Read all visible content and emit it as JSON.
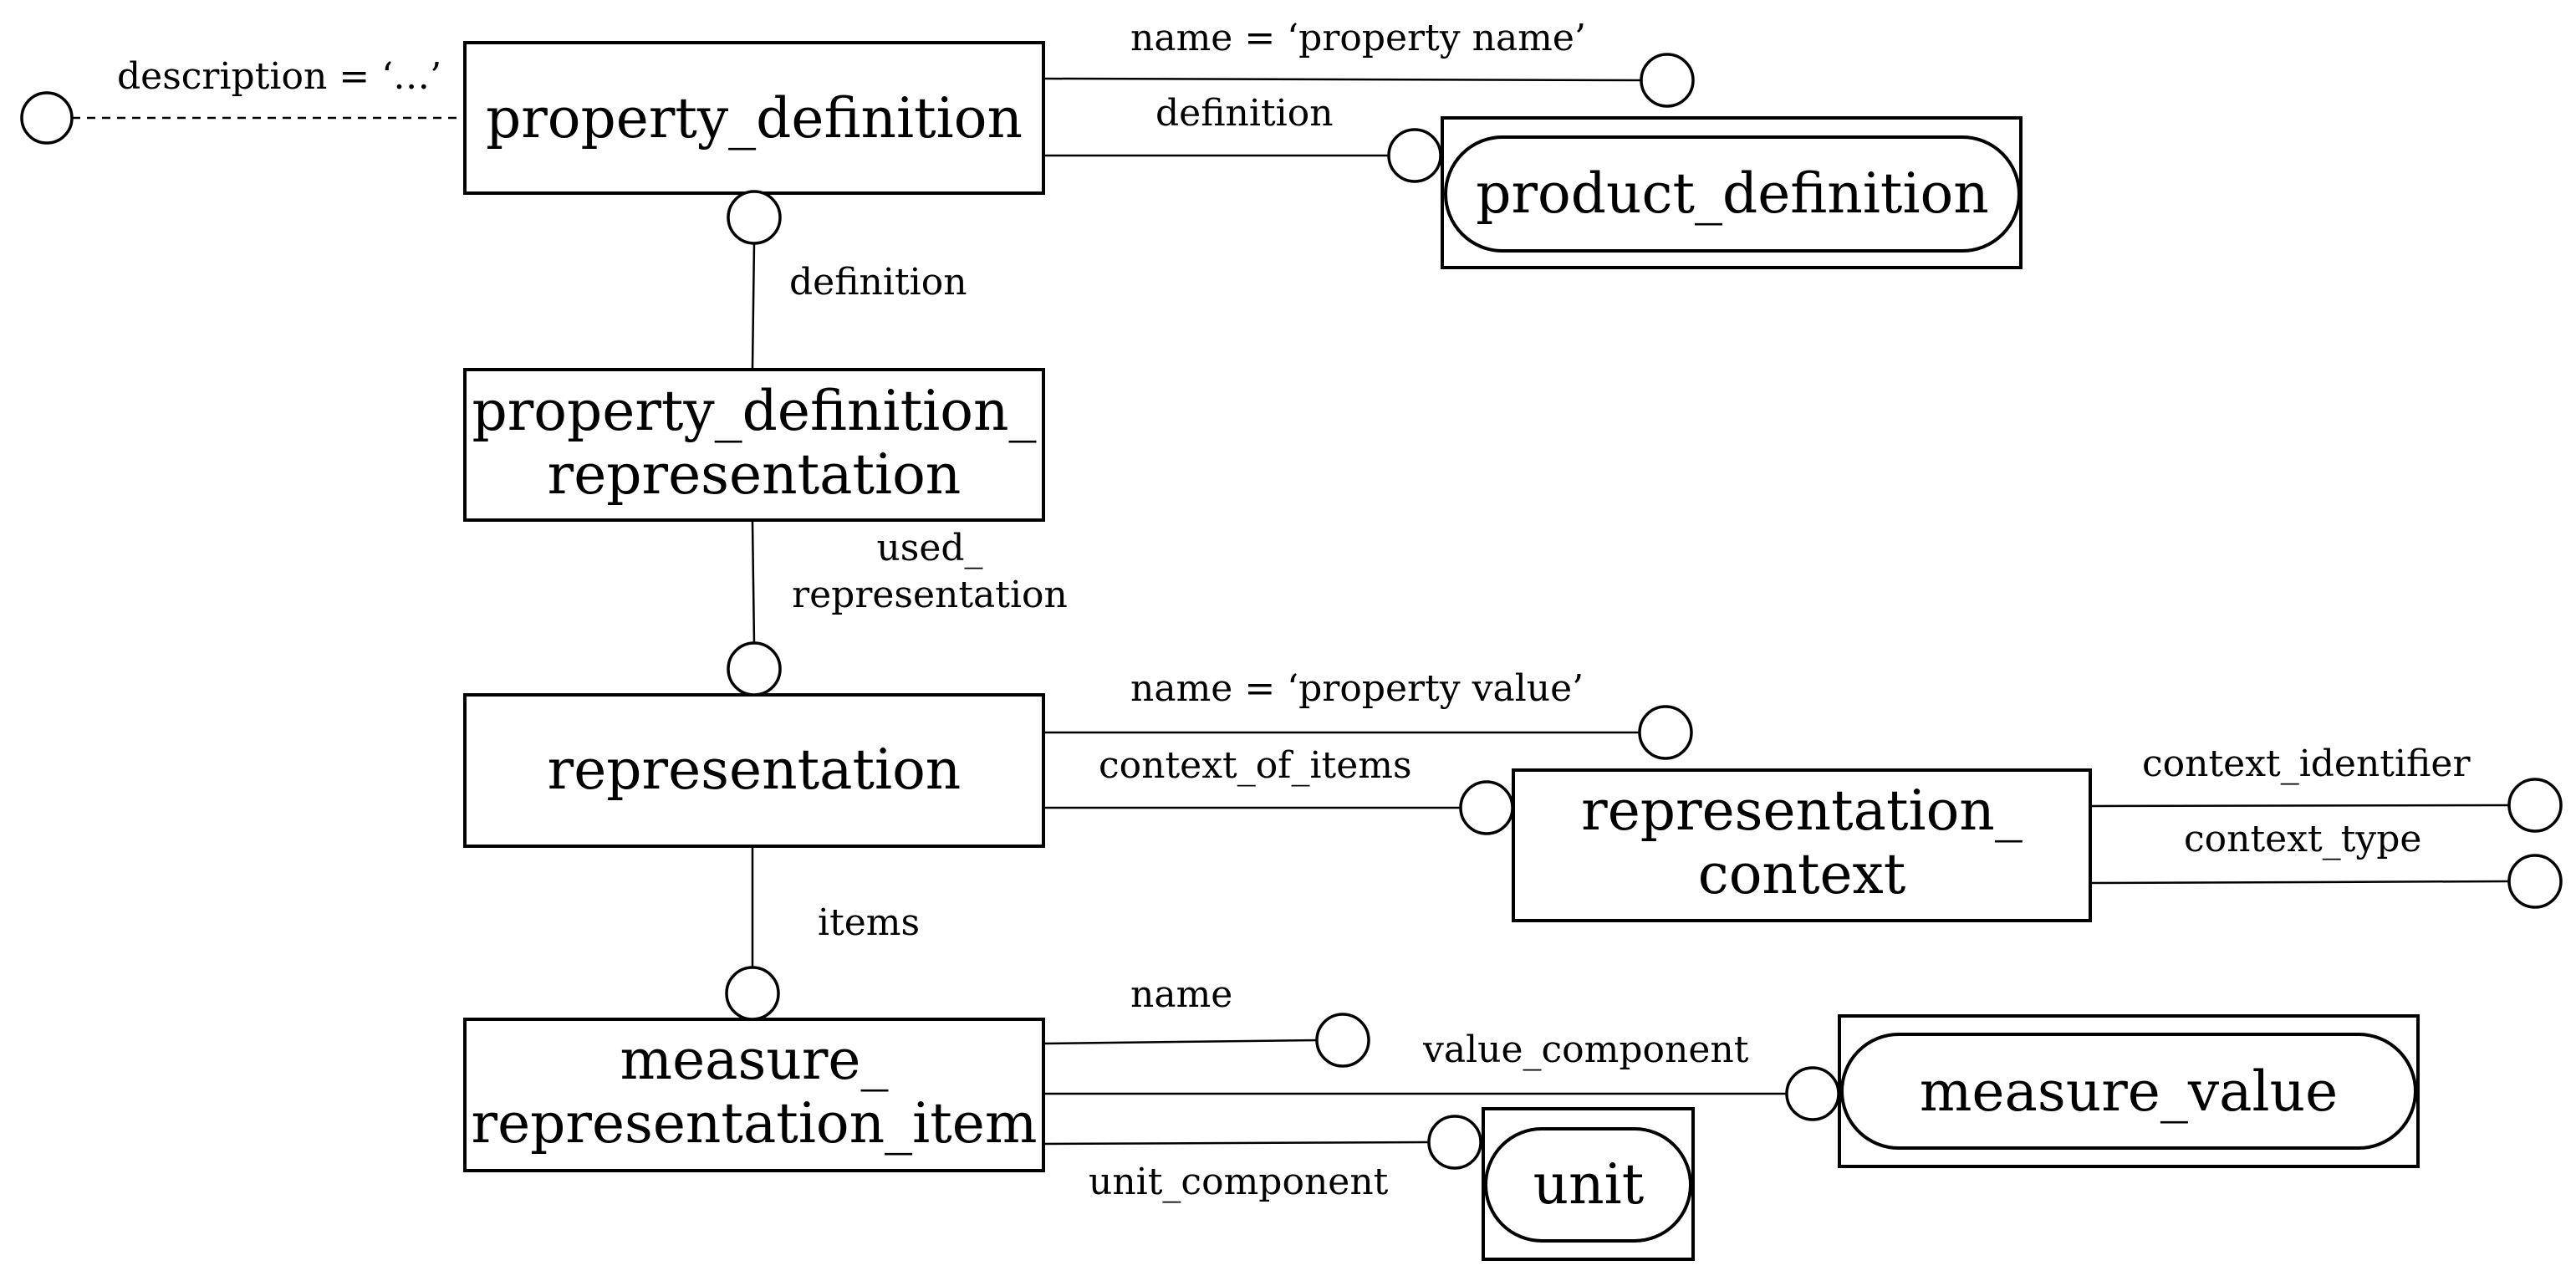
{
  "entities": {
    "property_definition": "property_definition",
    "product_definition": "product_definition",
    "property_definition_representation_line1": "property_definition_",
    "property_definition_representation_line2": "representation",
    "representation": "representation",
    "representation_context_line1": "representation_",
    "representation_context_line2": "context",
    "measure_representation_item_line1": "measure_",
    "measure_representation_item_line2": "representation_item",
    "measure_value": "measure_value",
    "unit": "unit"
  },
  "attributes": {
    "description": "description = ‘…’",
    "name_property_name": "name = ‘property name’",
    "definition_product": "definition",
    "definition_property": "definition",
    "used_representation_line1": "used_",
    "used_representation_line2": "representation",
    "name_property_value": "name = ‘property value’",
    "context_of_items": "context_of_items",
    "context_identifier": "context_identifier",
    "context_type": "context_type",
    "items": "items",
    "name": "name",
    "value_component": "value_component",
    "unit_component": "unit_component"
  }
}
